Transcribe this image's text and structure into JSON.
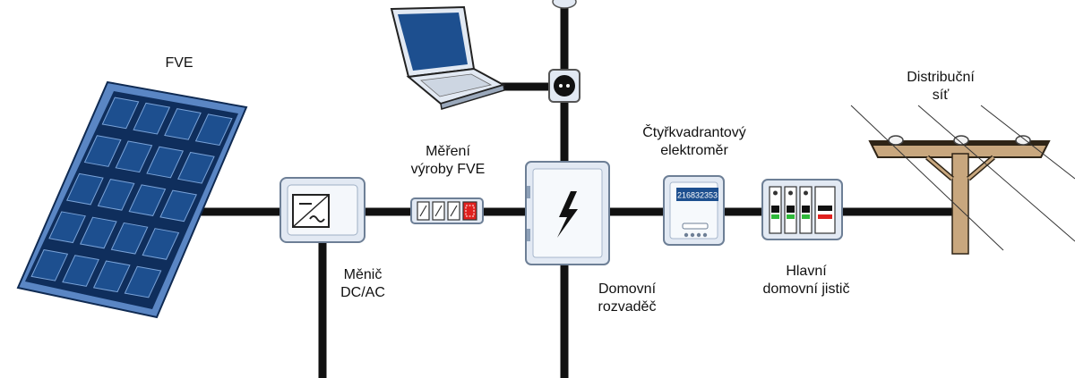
{
  "labels": {
    "pv_array": "FVE",
    "inverter": [
      "Měnič",
      "DC/AC"
    ],
    "production_meter": [
      "Měření",
      "výroby FVE"
    ],
    "distribution_board": [
      "Domovní",
      "rozvaděč"
    ],
    "four_quadrant_meter": [
      "Čtyřkvadrantový",
      "elektroměr"
    ],
    "main_breaker": [
      "Hlavní",
      "domovní jistič"
    ],
    "grid": [
      "Distribuční",
      "síť"
    ]
  },
  "meter_display": "216832353",
  "colors": {
    "line": "#111111",
    "panel_blue": "#1d4f8f",
    "panel_frame": "#5a86c4",
    "device_fill": "#e2e9f3",
    "pole_wood": "#c8a77e",
    "pole_dark": "#2e2416",
    "led_red": "#e0201e",
    "led_green": "#2fb93a"
  },
  "icons": [
    "solar-panel-icon",
    "inverter-icon",
    "production-meter-icon",
    "distribution-board-icon",
    "lightning-icon",
    "laptop-icon",
    "socket-icon",
    "bulb-icon",
    "electricity-meter-icon",
    "circuit-breaker-icon",
    "utility-pole-icon"
  ]
}
